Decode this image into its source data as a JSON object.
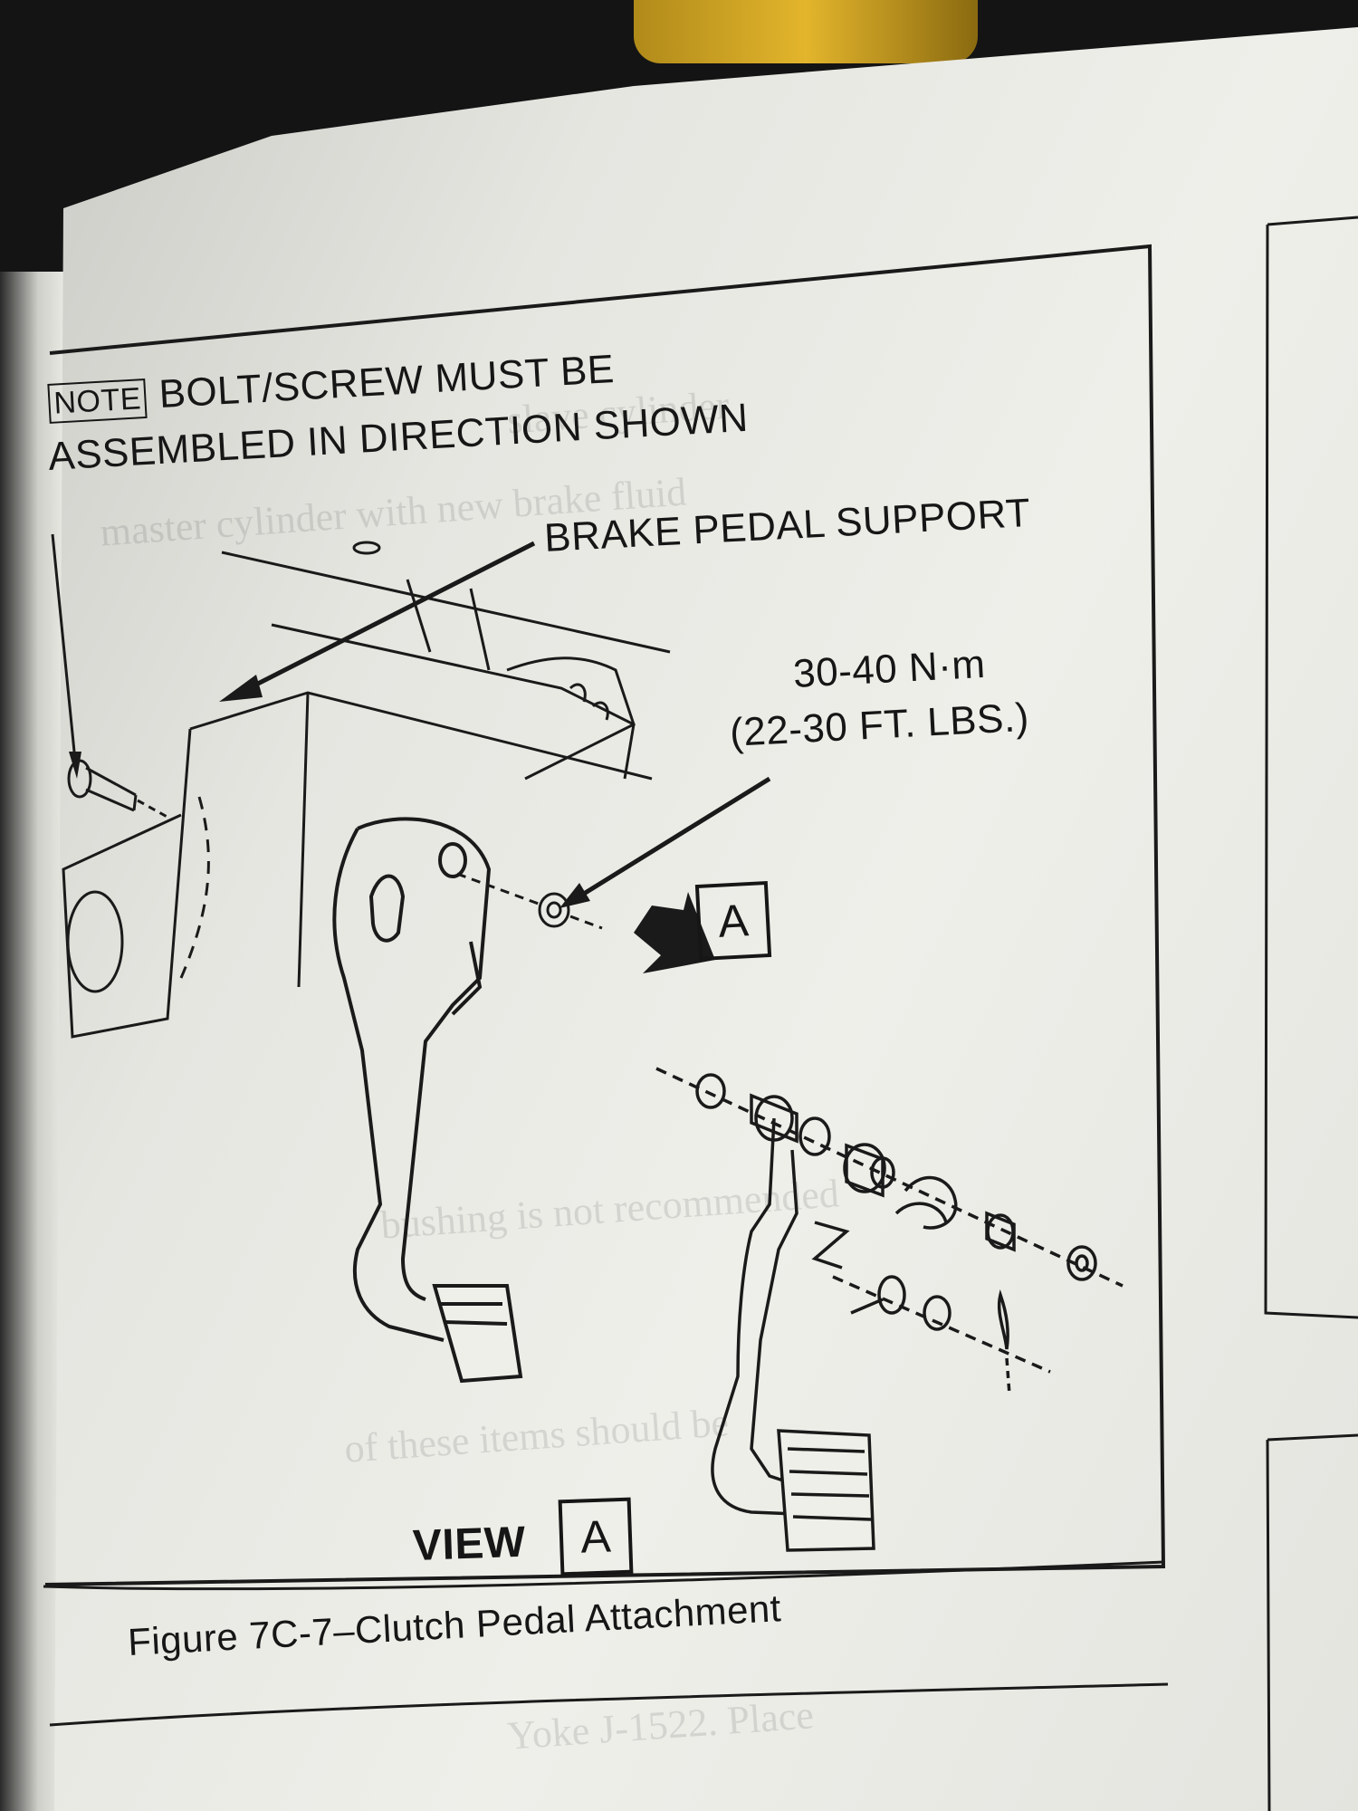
{
  "diagram": {
    "note_tag": "NOTE",
    "note_line1": "BOLT/SCREW MUST BE",
    "note_line2": "ASSEMBLED IN DIRECTION SHOWN",
    "label_support": "BRAKE PEDAL SUPPORT",
    "torque_metric": "30-40 N·m",
    "torque_imperial": "(22-30 FT. LBS.)",
    "view_marker": "A",
    "view_label": "VIEW",
    "view_box": "A",
    "caption": "Figure 7C-7–Clutch Pedal Attachment"
  }
}
